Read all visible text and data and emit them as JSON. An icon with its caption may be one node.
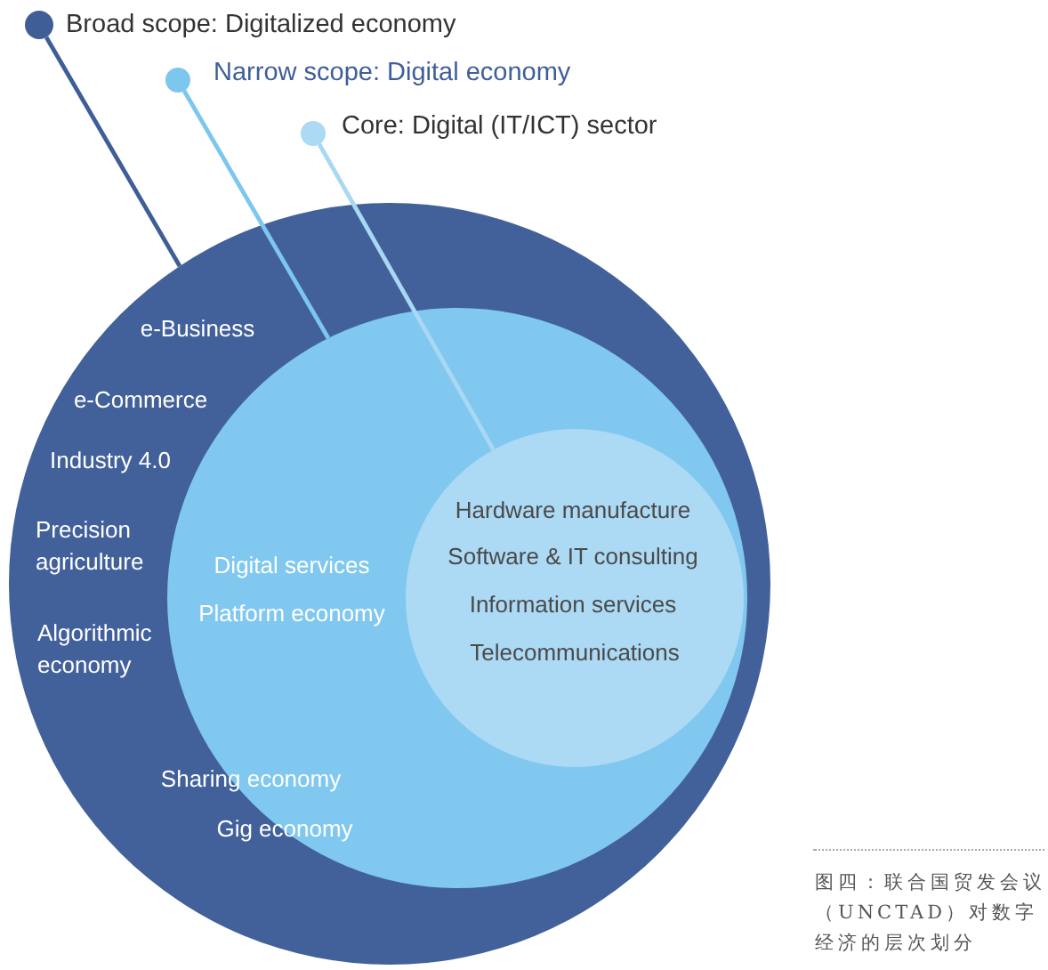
{
  "diagram": {
    "caption": "图四：联合国贸发会议（UNCTAD）对数字经济的层次划分",
    "nodes": [
      {
        "text": [
          "Broad scope: Digitalized economy"
        ]
      },
      {
        "text": [
          "Narrow scope: Digital economy"
        ]
      },
      {
        "text": [
          "Core: Digital (IT/ICT) sector"
        ]
      },
      {
        "text": [
          "e-Business",
          "e-Commerce",
          "Industry 4.0",
          "Precision agriculture",
          "Algorithmic economy"
        ]
      },
      {
        "text": [
          "Digital services",
          "Platform economy",
          "Sharing economy",
          "Gig economy"
        ],
        "in": 3
      },
      {
        "text": [
          "Hardware manufacture",
          "Software & IT consulting",
          "Information services",
          "Telecommunications"
        ],
        "in": 4
      }
    ],
    "edges": [
      {
        "from": 0,
        "to": 3,
        "arrow": "none",
        "color": "#3f5e98"
      },
      {
        "from": 1,
        "to": 4,
        "arrow": "none",
        "color": "#7dc6ee"
      },
      {
        "from": 2,
        "to": 5,
        "arrow": "none",
        "color": "#a9d8f2"
      }
    ]
  }
}
